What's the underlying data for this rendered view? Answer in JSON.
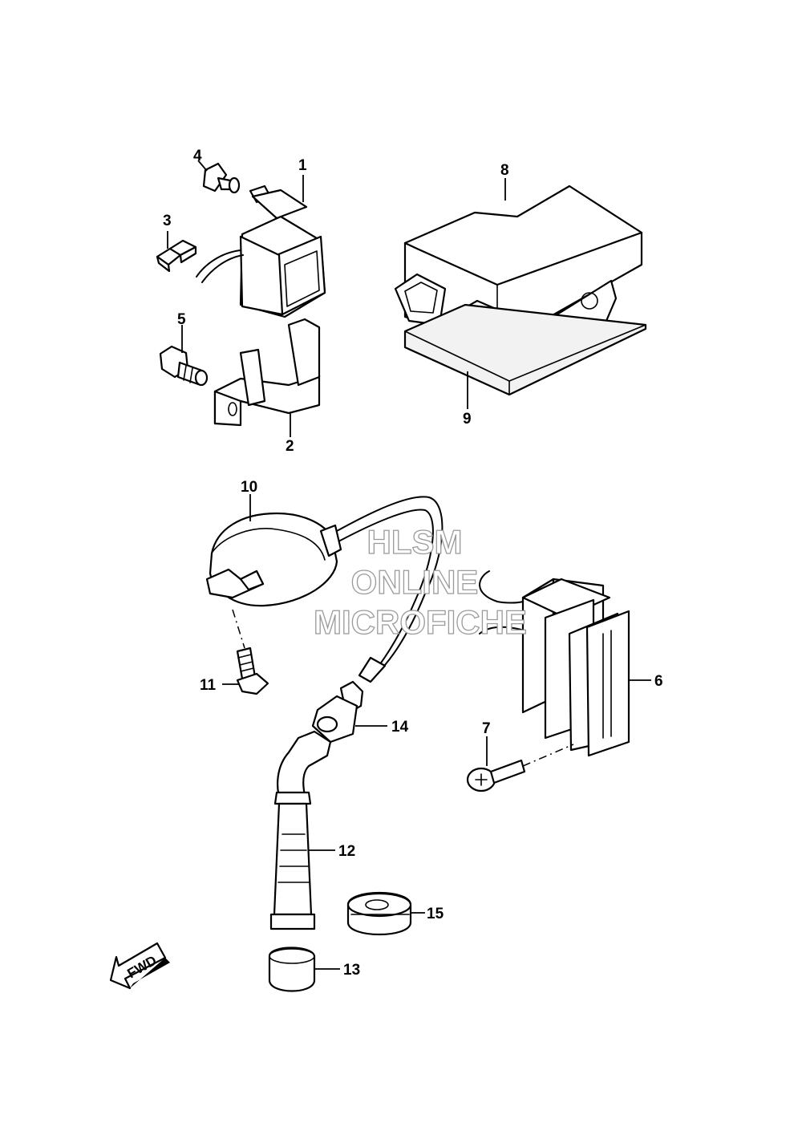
{
  "callouts": {
    "c1": "1",
    "c2": "2",
    "c3": "3",
    "c4": "4",
    "c5": "5",
    "c6": "6",
    "c7": "7",
    "c8": "8",
    "c9": "9",
    "c10": "10",
    "c11": "11",
    "c12": "12",
    "c13": "13",
    "c14": "14",
    "c15": "15"
  },
  "watermark": {
    "line1": "HLSM",
    "line2": "ONLINE",
    "line3": "MICROFICHE"
  },
  "direction_arrow": {
    "label": "FWD",
    "icon": "forward-arrow-icon"
  }
}
